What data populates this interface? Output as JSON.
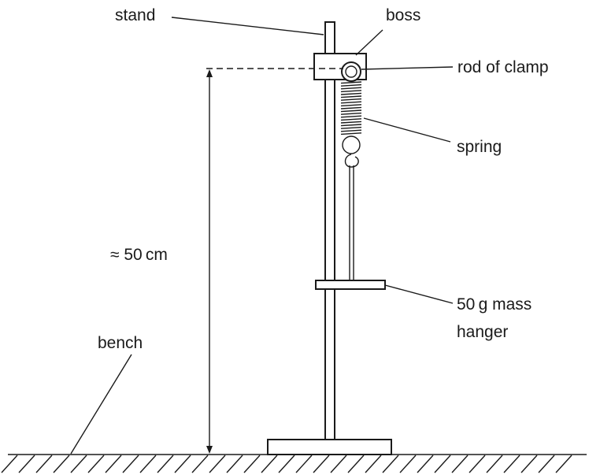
{
  "labels": {
    "stand": "stand",
    "boss": "boss",
    "rod_of_clamp": "rod of clamp",
    "spring": "spring",
    "mass_hanger_line1": "50 g mass",
    "mass_hanger_line2": "hanger",
    "height": "≈ 50 cm",
    "bench": "bench"
  }
}
